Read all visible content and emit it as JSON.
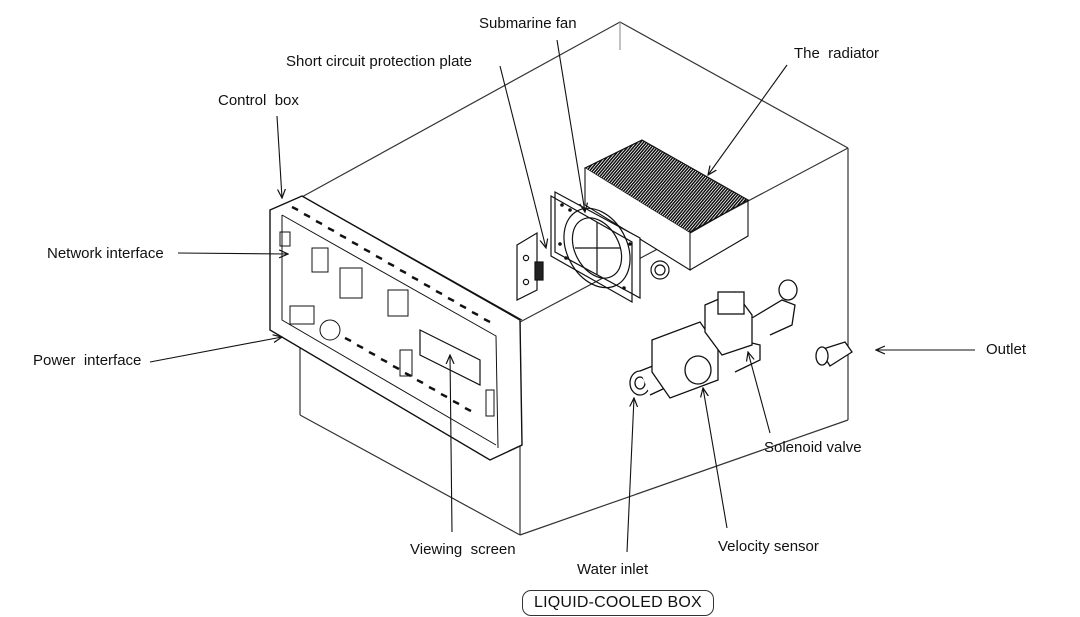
{
  "caption": "LIQUID-COOLED BOX",
  "labels": {
    "submarine_fan": "Submarine fan",
    "short_circuit_plate": "Short circuit protection plate",
    "radiator": "The  radiator",
    "control_box": "Control  box",
    "network_interface": "Network interface",
    "power_interface": "Power  interface",
    "outlet": "Outlet",
    "solenoid_valve": "Solenoid valve",
    "viewing_screen": "Viewing  screen",
    "velocity_sensor": "Velocity sensor",
    "water_inlet": "Water inlet"
  }
}
